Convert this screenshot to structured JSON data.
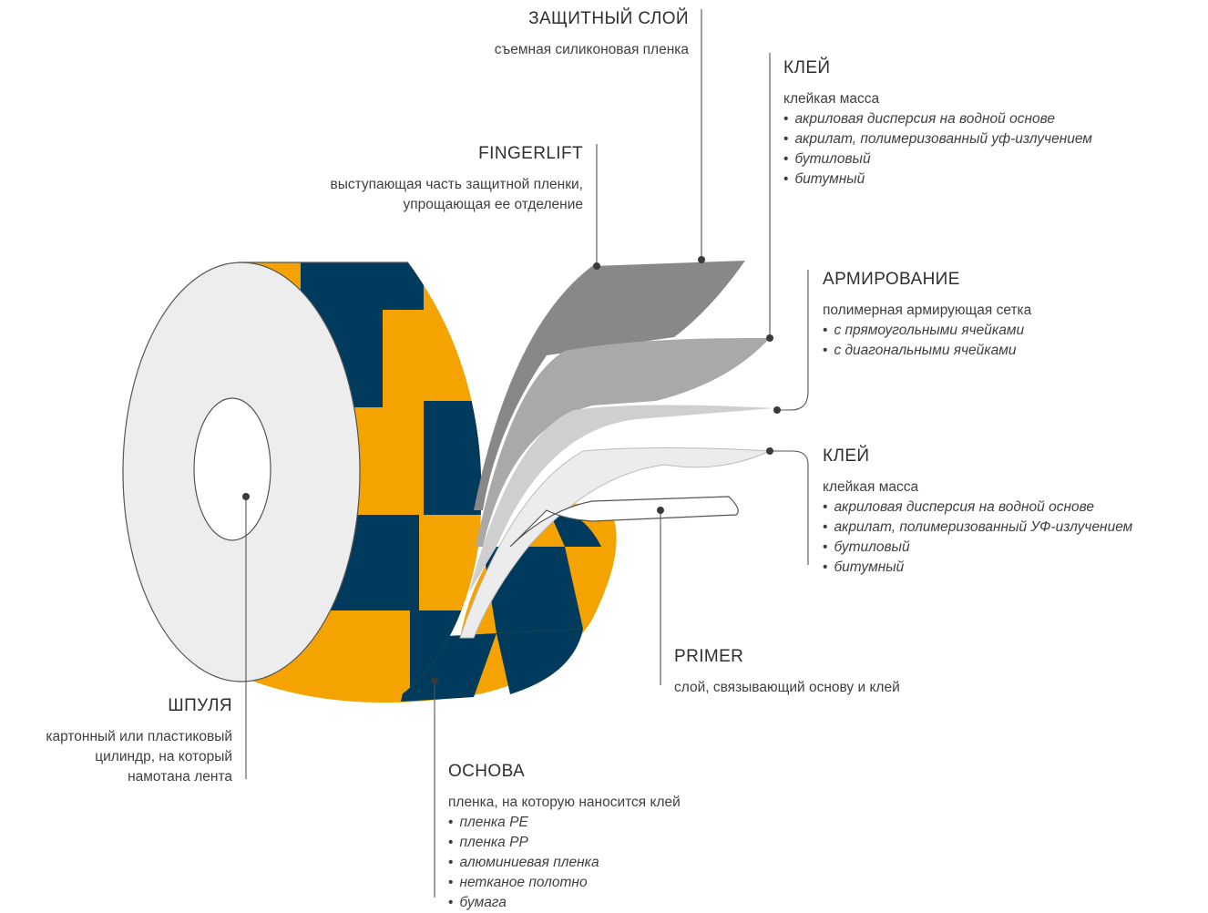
{
  "colors": {
    "navy": "#003a5d",
    "orange": "#f5a300",
    "spool": "#eeeeee",
    "lead": "#4a4a4a"
  },
  "labels": {
    "protective": {
      "title": "ЗАЩИТНЫЙ СЛОЙ",
      "desc": "съемная силиконовая пленка"
    },
    "glue_top": {
      "title": "КЛЕЙ",
      "desc": "клейкая масса",
      "items": [
        "акриловая дисперсия на водной основе",
        "акрилат, полимеризованный уф-излучением",
        "бутиловый",
        "битумный"
      ]
    },
    "fingerlift": {
      "title": "FINGERLIFT",
      "desc": "выступающая часть защитной пленки, упрощающая ее отделение"
    },
    "reinforcement": {
      "title": "АРМИРОВАНИЕ",
      "desc": "полимерная армирующая сетка",
      "items": [
        "с прямоугольными ячейками",
        "с диагональными ячейками"
      ]
    },
    "glue_bottom": {
      "title": "КЛЕЙ",
      "desc": "клейкая масса",
      "items": [
        "акриловая дисперсия на водной основе",
        "акрилат, полимеризованный УФ-излучением",
        "бутиловый",
        "битумный"
      ]
    },
    "primer": {
      "title": "PRIMER",
      "desc": "слой, связывающий основу и клей"
    },
    "spool": {
      "title": "ШПУЛЯ",
      "desc": "картонный или пластиковый цилиндр, на который намотана лента"
    },
    "base": {
      "title": "ОСНОВА",
      "desc": "пленка, на которую наносится клей",
      "items": [
        "пленка PE",
        "пленка PP",
        "алюминиевая пленка",
        "нетканое полотно",
        "бумага"
      ]
    }
  }
}
